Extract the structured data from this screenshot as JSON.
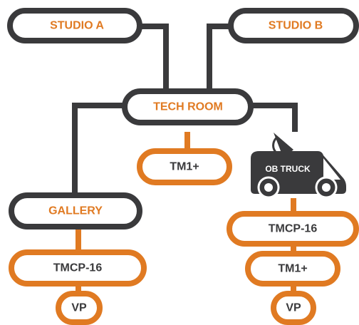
{
  "colors": {
    "dark": "#3a3a3c",
    "orange": "#e07a22",
    "white": "#ffffff"
  },
  "nodes": {
    "studio_a": "STUDIO A",
    "studio_b": "STUDIO B",
    "tech_room": "TECH ROOM",
    "tech_tm1": "TM1+",
    "ob_truck": "OB TRUCK",
    "gallery": "GALLERY",
    "gallery_tmcp": "TMCP-16",
    "gallery_vp": "VP",
    "truck_tmcp": "TMCP-16",
    "truck_tm1": "TM1+",
    "truck_vp": "VP"
  }
}
